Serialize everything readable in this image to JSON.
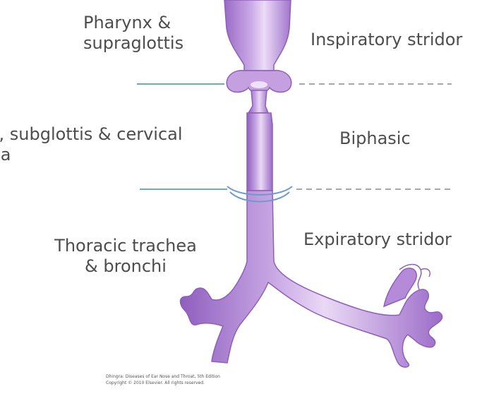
{
  "labels": {
    "pharynx_line1": "Pharynx &",
    "pharynx_line2": "supraglottis",
    "larynx_line1": "s, subglottis & cervical",
    "larynx_line2": "ea",
    "thoracic_line1": "Thoracic trachea",
    "thoracic_line2": "& bronchi",
    "inspiratory": "Inspiratory stridor",
    "biphasic": "Biphasic",
    "expiratory": "Expiratory stridor"
  },
  "credit": {
    "line1": "Dhingra: Diseases of Ear Nose and Throat, 5th Edition",
    "line2": "Copyright © 2010 Elsevier. All rights reserved."
  },
  "colors": {
    "airway_fill": "#b98fd8",
    "airway_highlight": "#e3d0f0",
    "airway_outline": "#8e5fb8",
    "divider_solid": "#6aaeb0",
    "divider_dashed": "#8a8a8a",
    "cartilage_ring": "#6c9ccd"
  }
}
